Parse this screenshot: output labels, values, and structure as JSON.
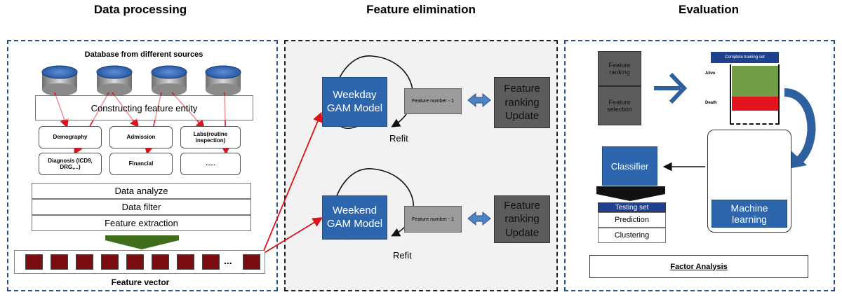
{
  "titles": {
    "data_processing": "Data processing",
    "feature_elimination": "Feature elimination",
    "evaluation": "Evaluation"
  },
  "data_processing": {
    "database_label": "Database from different sources",
    "constructing": "Constructing feature entity",
    "features": [
      "Demography",
      "Admission",
      "Labs(routine inspection)",
      "Diagnosis (ICD9, DRG,...)",
      "Financial",
      "......"
    ],
    "steps": [
      "Data analyze",
      "Data filter",
      "Feature extraction"
    ],
    "vector_ellipsis": "...",
    "vector_label": "Feature vector"
  },
  "feature_elimination": {
    "weekday": {
      "model": "Weekday GAM Model",
      "feature_number": "Feature number - 1",
      "update": "Feature ranking Update",
      "refit": "Refit"
    },
    "weekend": {
      "model": "Weekend GAM Model",
      "feature_number": "Feature number - 1",
      "update": "Feature ranking Update",
      "refit": "Refit"
    }
  },
  "evaluation": {
    "feature_ranking": "Feature ranking",
    "feature_selection": "Feature selection",
    "complete_training_set": "Complete training set",
    "alive": "Alive",
    "death": "Death",
    "classifier": "Classifier",
    "testing_set": "Testing set",
    "prediction": "Prediction",
    "clustering": "Clustering",
    "machine_learning": "Machine learning",
    "factor_analysis": "Factor Analysis"
  },
  "colors": {
    "panel_border_blue": "#2a4f8a",
    "model_blue": "#2e66ad",
    "arrow_red": "#d9121b",
    "vector_red": "#7b0d12",
    "funnel_green": "#3f6d1b",
    "alive_green": "#6f9c45",
    "death_red": "#e2141d",
    "dark_grey": "#5c5c5c"
  }
}
